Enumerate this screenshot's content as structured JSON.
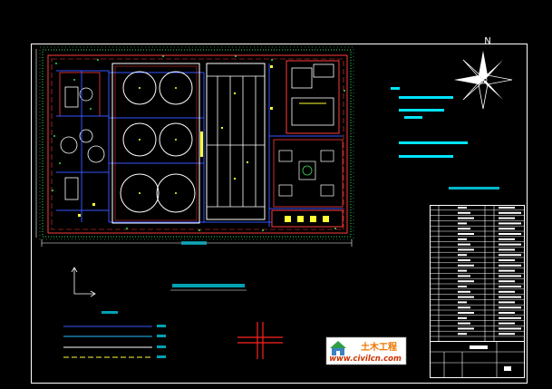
{
  "compass": {
    "north_label": "N"
  },
  "watermark": {
    "title": "土木工程",
    "url": "www.civilcn.com"
  },
  "colors": {
    "background": "#000000",
    "frame": "#ffffff",
    "boundary": "#ff3b3b",
    "pipe": "#3355ff",
    "green": "#33dd55",
    "note_text": "#00e5ff",
    "yellow": "#ffff33",
    "cross_mark": "#ff2222"
  },
  "legend_line_colors": [
    "#3355ff",
    "#22bbff",
    "#ffffff",
    "#ffff33"
  ]
}
